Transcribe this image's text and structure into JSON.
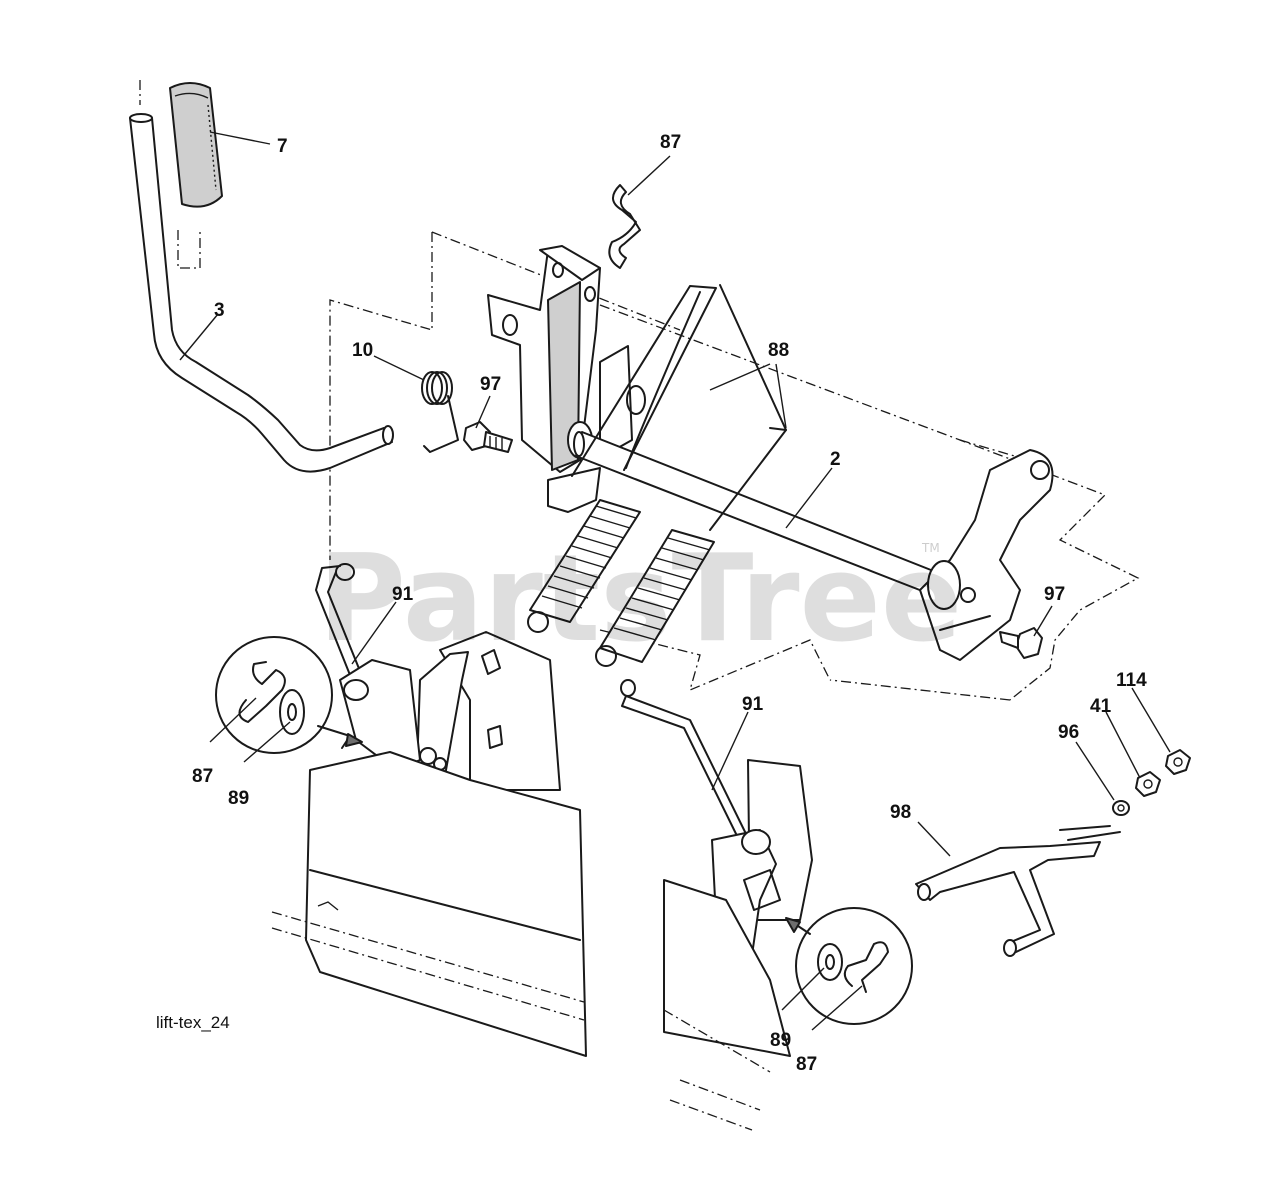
{
  "watermark": {
    "text": "PartsTree",
    "trademark": "TM"
  },
  "caption": "lift-tex_24",
  "callouts": {
    "handle_grip": "7",
    "clip_top": "87",
    "lift_lever": "3",
    "spring_10": "10",
    "bolt_left": "97",
    "springs": "88",
    "lift_shaft": "2",
    "bolt_right": "97",
    "link_left": "91",
    "nut_114": "114",
    "nut_41": "41",
    "washer_96": "96",
    "link_right": "91",
    "bracket_98": "98",
    "detail_left_clip": "87",
    "detail_left_washer": "89",
    "detail_right_washer": "89",
    "detail_right_clip": "87"
  }
}
